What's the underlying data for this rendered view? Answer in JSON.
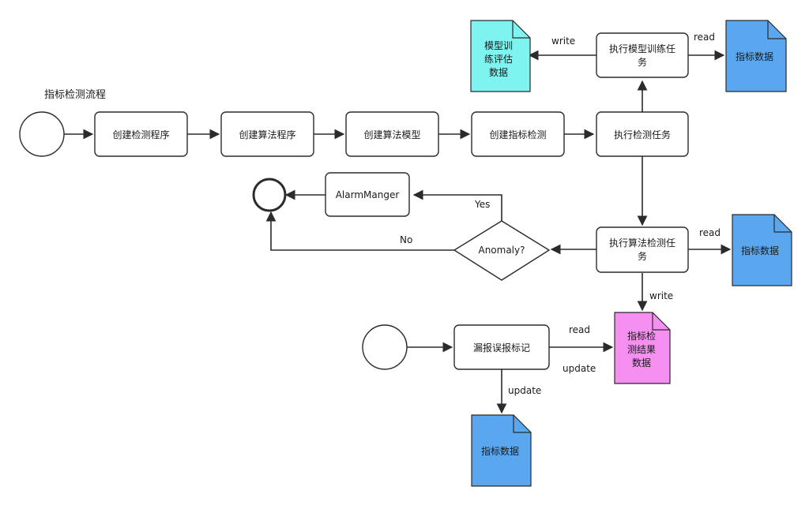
{
  "title": "指标检测流程",
  "nodes": {
    "create_program": "创建检测程序",
    "create_algo_program": "创建算法程序",
    "create_algo_model": "创建算法模型",
    "create_metric_detect": "创建指标检测",
    "run_detect_task": "执行检测任务",
    "run_model_train_line1": "执行模型训练任",
    "run_model_train_line2": "务",
    "run_algo_detect_line1": "执行算法检测任",
    "run_algo_detect_line2": "务",
    "alarm_manager": "AlarmManger",
    "anomaly": "Anomaly?",
    "false_alarm_mark": "漏报误报标记"
  },
  "docs": {
    "model_eval": [
      "模型训",
      "练评估",
      "数据"
    ],
    "metric_data_top": [
      "指标数据"
    ],
    "metric_data_mid": [
      "指标数据"
    ],
    "metric_data_bottom": [
      "指标数据"
    ],
    "detect_result": [
      "指标检",
      "测结果",
      "数据"
    ]
  },
  "edge_labels": {
    "write_top": "write",
    "read_top": "read",
    "read_mid": "read",
    "yes": "Yes",
    "no": "No",
    "write_mid": "write",
    "read_bottom": "read",
    "update_right": "update",
    "update_down": "update"
  },
  "colors": {
    "cyan_doc": "#7ef3f0",
    "blue_doc": "#5aa7f0",
    "pink_doc": "#f58ff0",
    "stroke": "#2b2b2b"
  }
}
